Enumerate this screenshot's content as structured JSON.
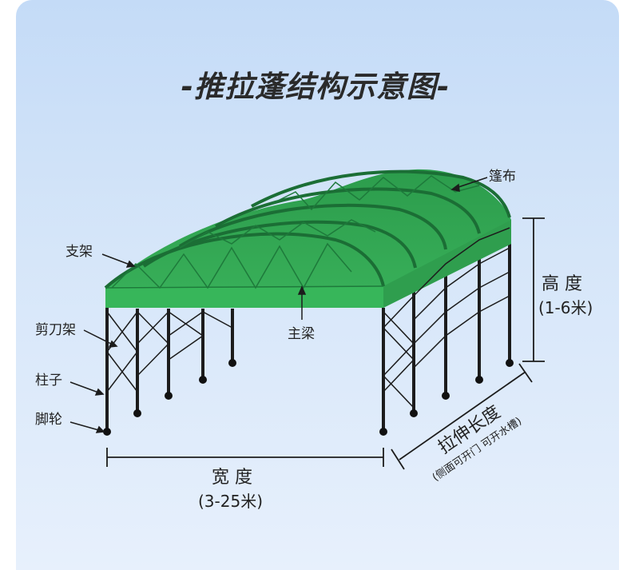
{
  "title": "-推拉蓬结构示意图-",
  "labels": {
    "canopy": "篷布",
    "frame": "支架",
    "main_beam": "主梁",
    "scissor": "剪刀架",
    "column": "柱子",
    "caster": "脚轮"
  },
  "dimensions": {
    "height_label": "高 度",
    "height_range": "(1-6米)",
    "width_label": "宽 度",
    "width_range": "(3-25米)",
    "length_label": "拉伸长度",
    "length_note": "(侧面可开门 可开水槽)"
  },
  "colors": {
    "canopy_green": "#2ea44f",
    "canopy_dark": "#1f7a3a",
    "frame_line": "#1c1c1c",
    "background_top": "#c4dbf7",
    "background_bottom": "#e7f0fc"
  }
}
